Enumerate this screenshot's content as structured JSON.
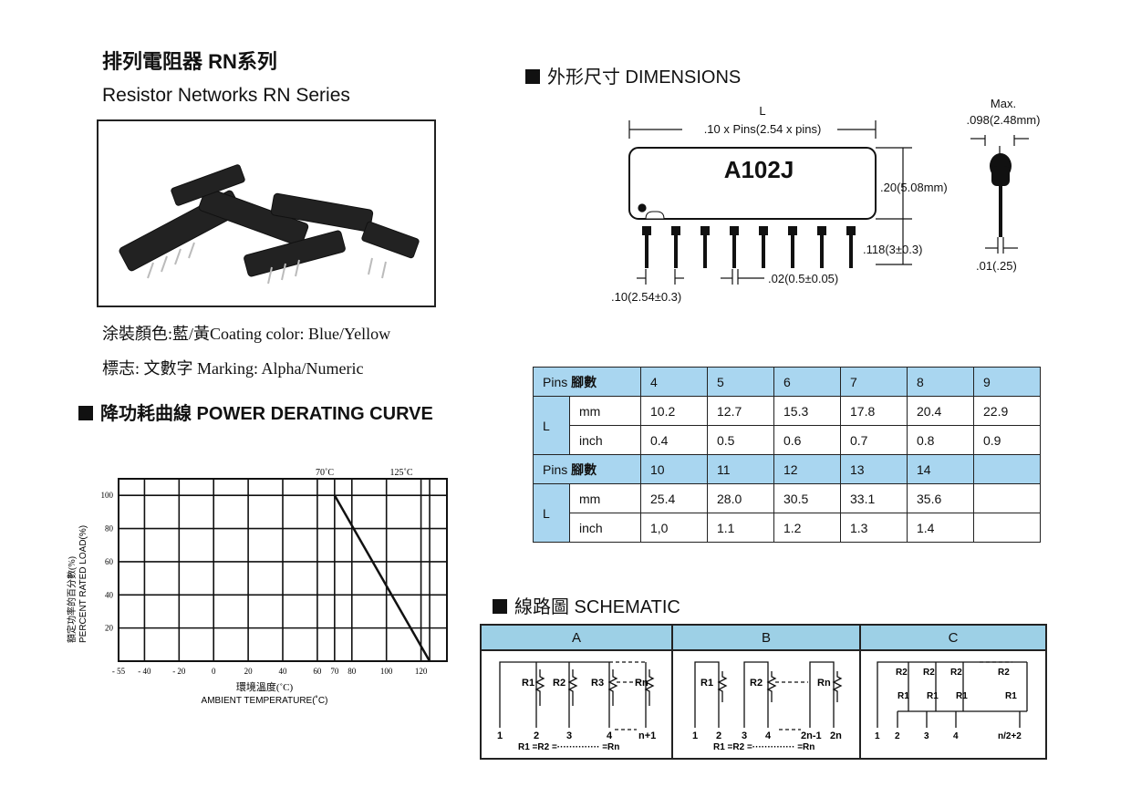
{
  "header": {
    "title_zh": "排列電阻器 RN系列",
    "title_en": "Resistor Networks  RN Series"
  },
  "info": {
    "coating": "涂裝顏色:藍/黃Coating color: Blue/Yellow",
    "marking": "標志: 文數字  Marking: Alpha/Numeric"
  },
  "sections": {
    "dimensions": "外形尺寸 DIMENSIONS",
    "derating": "降功耗曲線  POWER DERATING CURVE",
    "schematic": "線路圖 SCHEMATIC"
  },
  "dimensions": {
    "L": "L",
    "length": ".10 x Pins(2.54 x pins)",
    "marking": "A102J",
    "height": ".20(5.08mm)",
    "lead_len": ".118(3±0.3)",
    "pitch": ".10(2.54±0.3)",
    "lead_w": ".02(0.5±0.05)",
    "max_label": "Max.",
    "max_val": ".098(2.48mm)",
    "lead_t": ".01(.25)"
  },
  "pins_table": {
    "pins_label": "Pins",
    "pins_zh": "腳數",
    "L": "L",
    "mm": "mm",
    "inch": "inch",
    "group1": {
      "pins": [
        "4",
        "5",
        "6",
        "7",
        "8",
        "9"
      ],
      "mm": [
        "10.2",
        "12.7",
        "15.3",
        "17.8",
        "20.4",
        "22.9"
      ],
      "inch": [
        "0.4",
        "0.5",
        "0.6",
        "0.7",
        "0.8",
        "0.9"
      ]
    },
    "group2": {
      "pins": [
        "10",
        "11",
        "12",
        "13",
        "14",
        ""
      ],
      "mm": [
        "25.4",
        "28.0",
        "30.5",
        "33.1",
        "35.6",
        ""
      ],
      "inch": [
        "1,0",
        "1.1",
        "1.2",
        "1.3",
        "1.4",
        ""
      ]
    }
  },
  "derating_chart": {
    "y_label_zh": "額定功率的百分數(%)",
    "y_label_en": "PERCENT RATED LOAD(%)",
    "x_label_zh": "環境溫度(˚C)",
    "x_label_en": "AMBIENT TEMPERATURE(˚C)",
    "marker_70": "70˚C",
    "marker_125": "125˚C"
  },
  "chart_data": {
    "type": "line",
    "x": [
      -55,
      70,
      125
    ],
    "y": [
      100,
      100,
      0
    ],
    "x_ticks": [
      "- 55",
      "- 40",
      "- 20",
      "0",
      "20",
      "40",
      "60",
      "70",
      "80",
      "100",
      "120"
    ],
    "y_ticks": [
      "100",
      "80",
      "60",
      "40",
      "20"
    ],
    "xlim": [
      -55,
      135
    ],
    "ylim": [
      0,
      110
    ],
    "xlabel": "AMBIENT TEMPERATURE(˚C)",
    "ylabel": "PERCENT RATED LOAD(%)",
    "grid": true
  },
  "schematic": {
    "headers": [
      "A",
      "B",
      "C"
    ],
    "A": {
      "res": [
        "R1",
        "R2",
        "R3",
        "Rn"
      ],
      "pins": [
        "1",
        "2",
        "3",
        "4",
        "n+1"
      ],
      "eq": "R1 =R2 =·············· =Rn"
    },
    "B": {
      "res": [
        "R1",
        "R2",
        "Rn"
      ],
      "pins": [
        "1",
        "2",
        "3",
        "4",
        "2n-1",
        "2n"
      ],
      "eq": "R1 =R2 =·············· =Rn"
    },
    "C": {
      "r2": "R2",
      "r1": "R1",
      "pins": [
        "1",
        "2",
        "3",
        "4",
        "n/2+2"
      ]
    }
  }
}
